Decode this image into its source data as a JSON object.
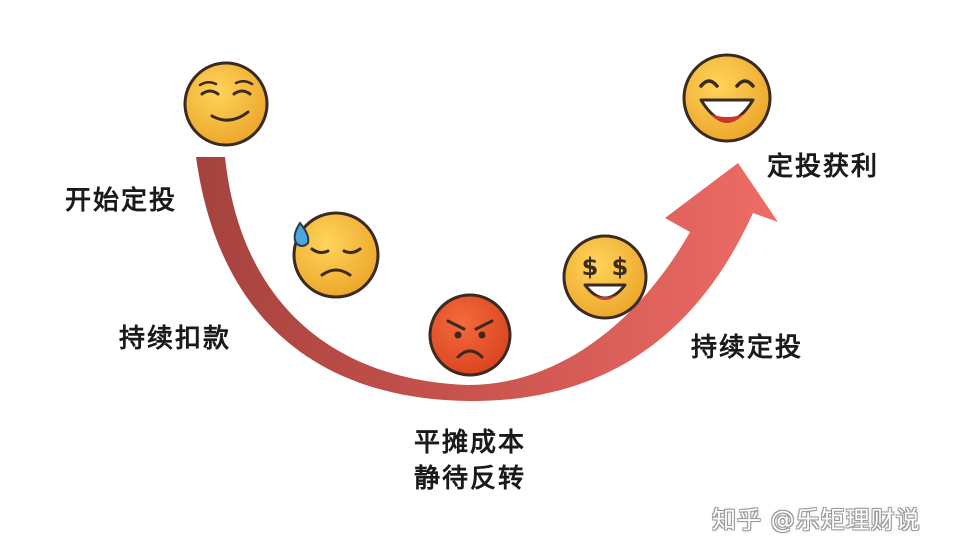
{
  "labels": {
    "start": "开始定投",
    "continue_deduct": "持续扣款",
    "bottom_line1": "平摊成本",
    "bottom_line2": "静待反转",
    "continue_invest": "持续定投",
    "profit": "定投获利"
  },
  "watermark": {
    "platform": "知乎",
    "author": "@乐矩理财说"
  },
  "emojis": [
    {
      "name": "smirk-face-icon",
      "mood": "smug"
    },
    {
      "name": "sad-sweat-face-icon",
      "mood": "sad"
    },
    {
      "name": "angry-face-icon",
      "mood": "angry"
    },
    {
      "name": "money-eyes-face-icon",
      "mood": "greedy"
    },
    {
      "name": "laughing-face-icon",
      "mood": "joyful"
    }
  ],
  "colors": {
    "arrow_dark": "#a84a45",
    "arrow_light": "#e96a66",
    "emoji_yellow": "#f2b233",
    "emoji_red": "#e5532d",
    "outline": "#3a2a20"
  }
}
